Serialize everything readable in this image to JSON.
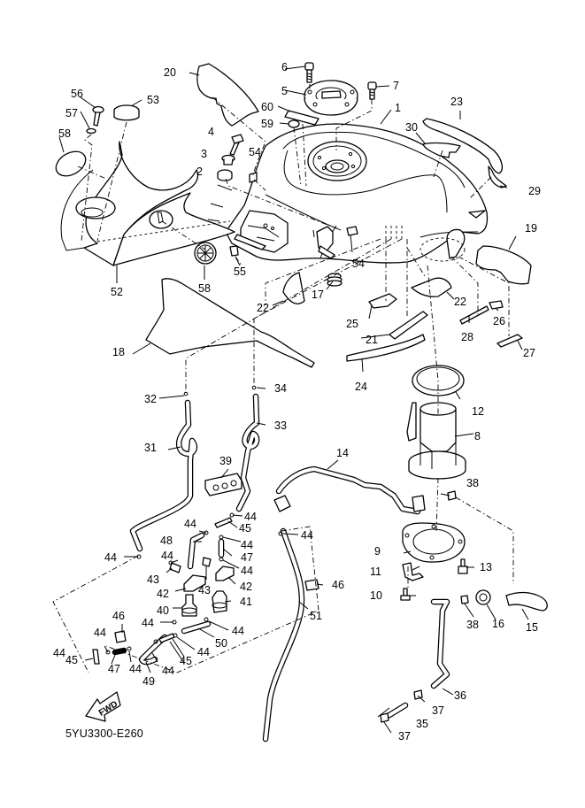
{
  "diagram": {
    "type": "exploded-parts-diagram",
    "subject": "Fuel tank assembly",
    "code": "5YU3300-E260",
    "direction_indicator": "FWD",
    "callouts": {
      "c1": "1",
      "c2": "2",
      "c3": "3",
      "c4": "4",
      "c5": "5",
      "c6": "6",
      "c7": "7",
      "c8": "8",
      "c9": "9",
      "c10": "10",
      "c11": "11",
      "c12": "12",
      "c13": "13",
      "c14": "14",
      "c15": "15",
      "c16": "16",
      "c17": "17",
      "c18": "18",
      "c19": "19",
      "c20": "20",
      "c21": "21",
      "c22a": "22",
      "c22b": "22",
      "c23": "23",
      "c24": "24",
      "c25": "25",
      "c26": "26",
      "c27": "27",
      "c28": "28",
      "c29": "29",
      "c30": "30",
      "c31": "31",
      "c32": "32",
      "c33": "33",
      "c34": "34",
      "c35": "35",
      "c36": "36",
      "c37a": "37",
      "c37b": "37",
      "c38a": "38",
      "c38b": "38",
      "c39": "39",
      "c40": "40",
      "c41": "41",
      "c42a": "42",
      "c42b": "42",
      "c43a": "43",
      "c43b": "43",
      "c44a": "44",
      "c44b": "44",
      "c44c": "44",
      "c44d": "44",
      "c44e": "44",
      "c44f": "44",
      "c44g": "44",
      "c44h": "44",
      "c44i": "44",
      "c44j": "44",
      "c44k": "44",
      "c44l": "44",
      "c44m": "44",
      "c44n": "44",
      "c45a": "45",
      "c45b": "45",
      "c45c": "45",
      "c46a": "46",
      "c46b": "46",
      "c47a": "47",
      "c47b": "47",
      "c48": "48",
      "c49": "49",
      "c50": "50",
      "c51": "51",
      "c52": "52",
      "c53": "53",
      "c54a": "54",
      "c54b": "54",
      "c55": "55",
      "c56": "56",
      "c57": "57",
      "c58a": "58",
      "c58b": "58",
      "c59": "59",
      "c60": "60"
    }
  }
}
